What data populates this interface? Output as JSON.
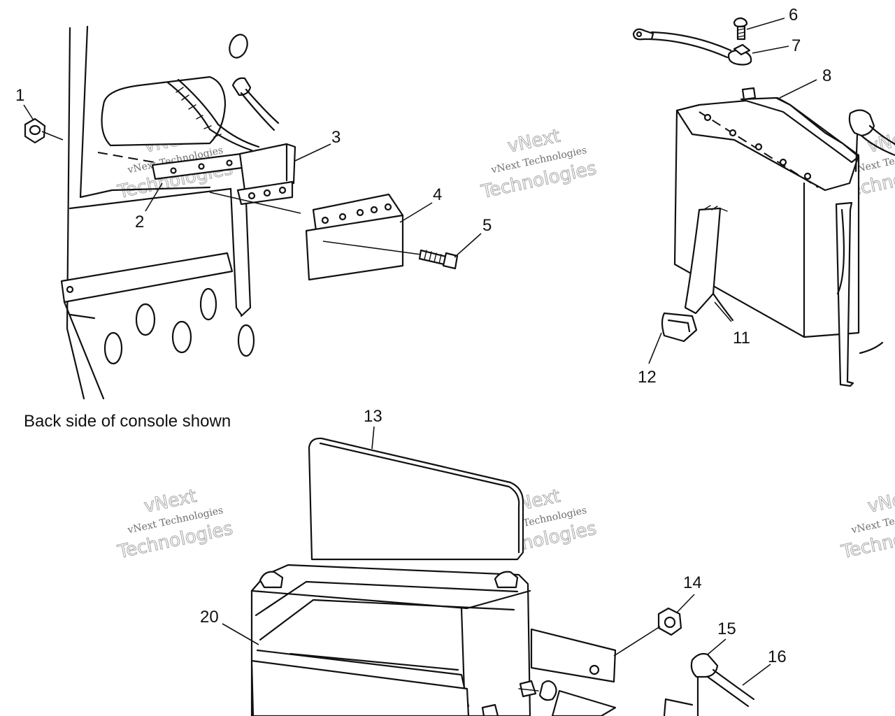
{
  "caption": "Back side of console shown",
  "callouts": [
    "1",
    "2",
    "3",
    "4",
    "5",
    "6",
    "7",
    "8",
    "11",
    "12",
    "13",
    "14",
    "15",
    "16",
    "20"
  ],
  "watermark": {
    "line1": "vNext Technologies",
    "line2": "Technologies",
    "arc": "vNext"
  }
}
